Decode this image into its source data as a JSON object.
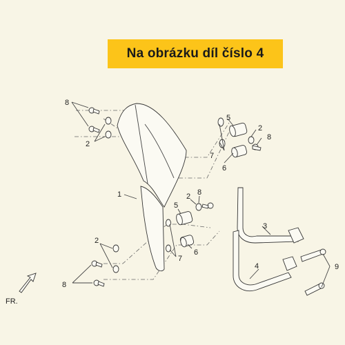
{
  "banner": {
    "text": "Na obrázku díl číslo 4",
    "color": "#fcc419"
  },
  "labels": {
    "p1": "1",
    "p2a": "2",
    "p2b": "2",
    "p2c": "2",
    "p2d": "2",
    "p3": "3",
    "p4": "4",
    "p5a": "5",
    "p5b": "5",
    "p6a": "6",
    "p6b": "6",
    "p7a": "7",
    "p7b": "7",
    "p8a": "8",
    "p8b": "8",
    "p8c": "8",
    "p8d": "8",
    "p9": "9",
    "front": "FR."
  },
  "icons": {
    "front_arrow": "front-arrow-icon"
  }
}
